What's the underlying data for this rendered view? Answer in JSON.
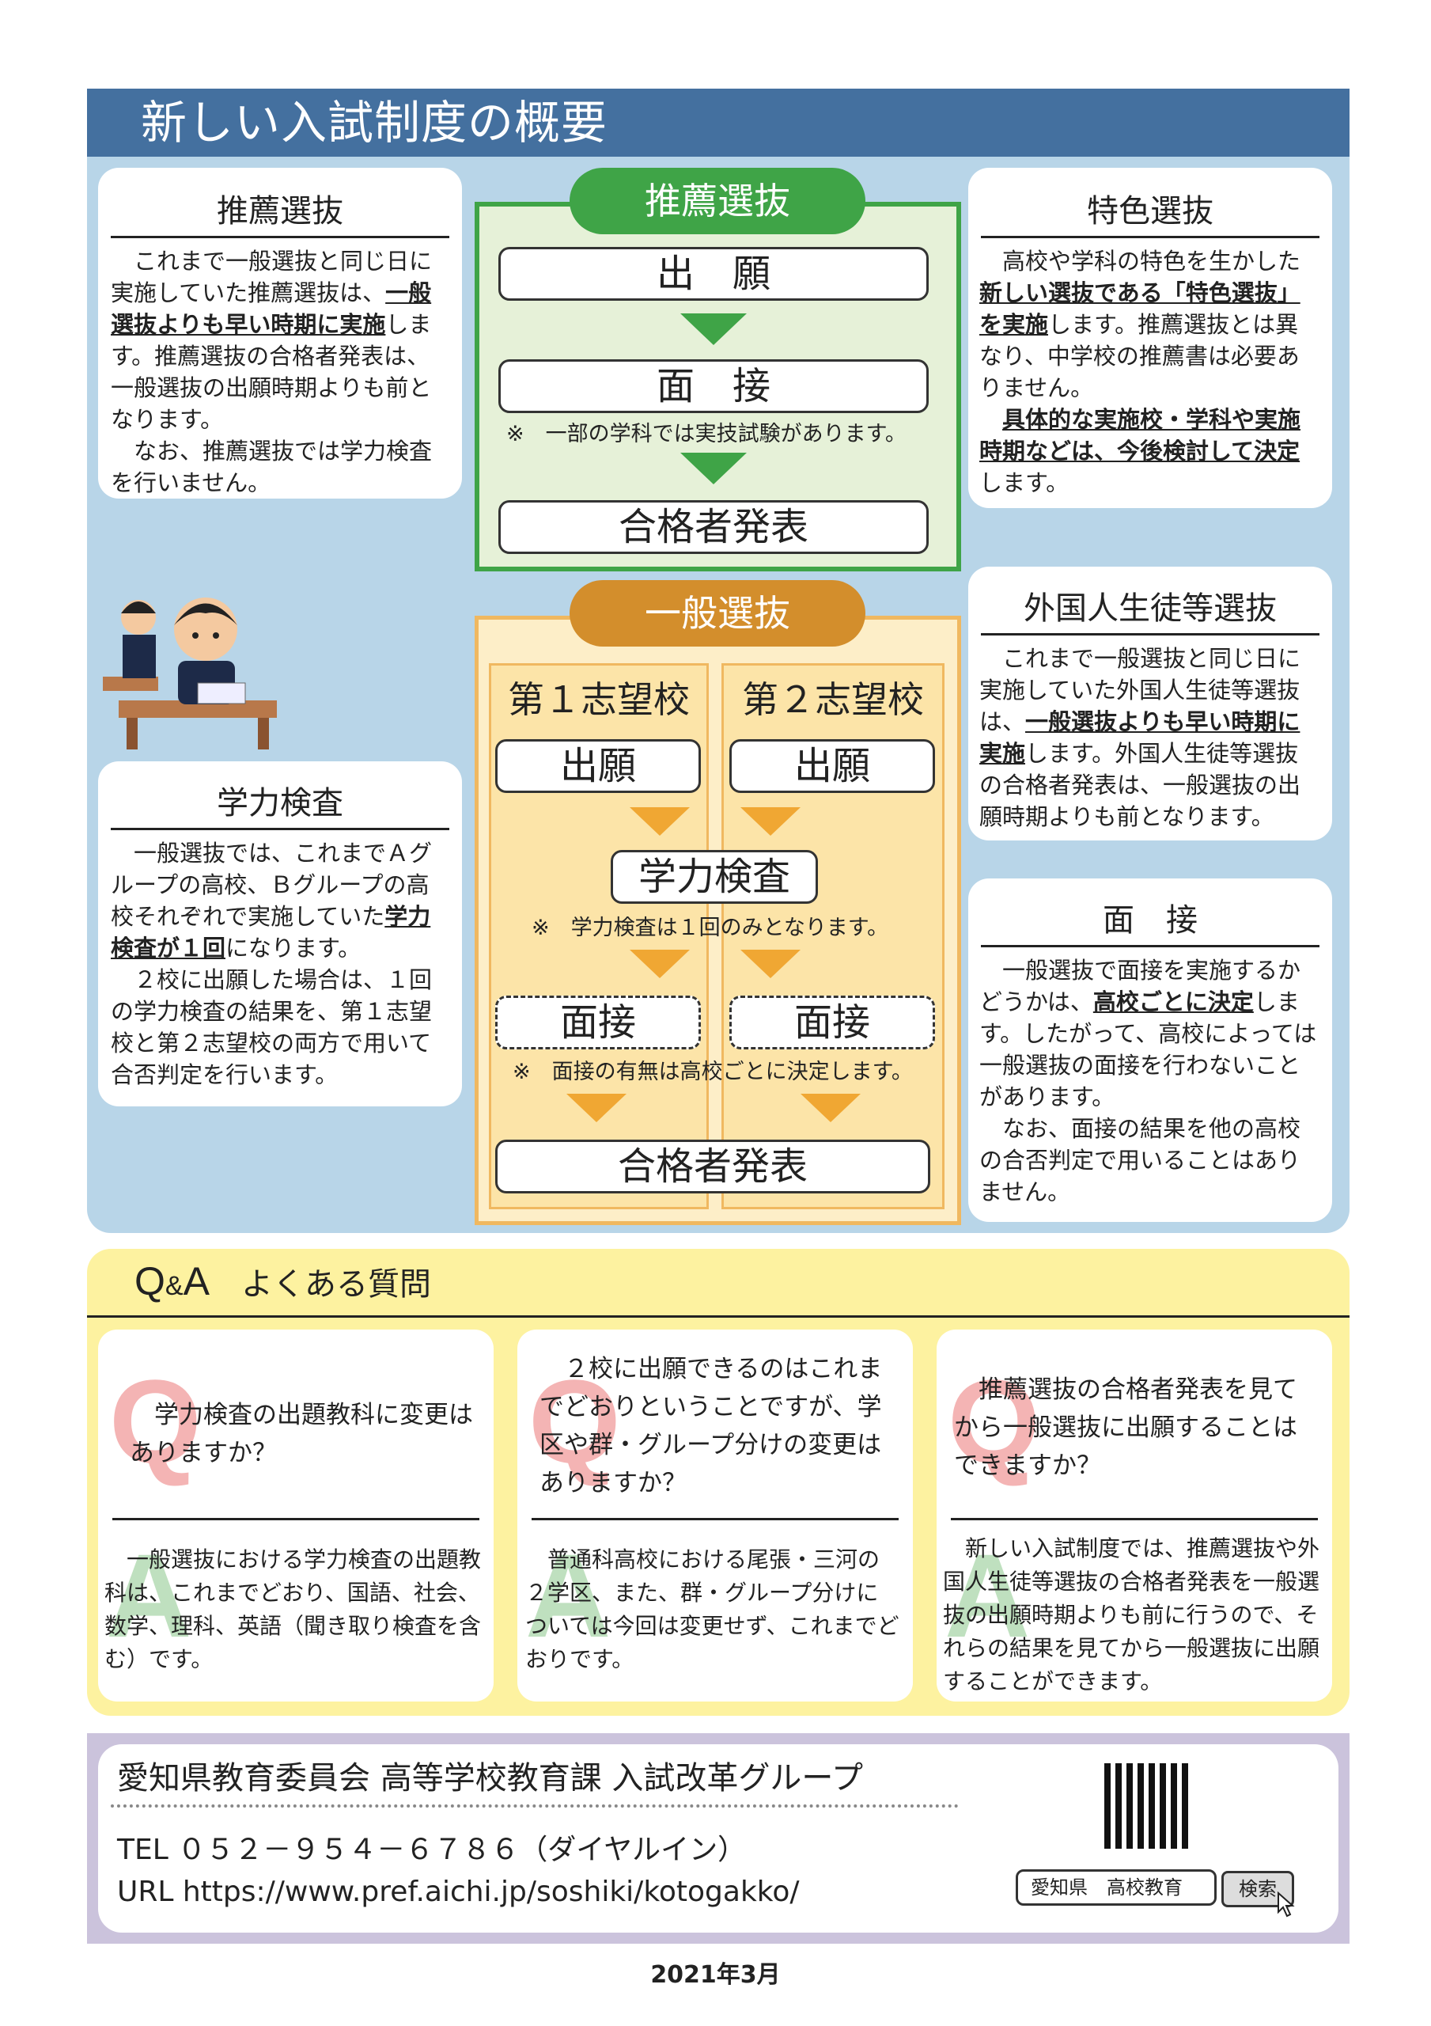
{
  "header": {
    "title": "新しい入試制度の概要"
  },
  "suisen_card": {
    "title": "推薦選抜",
    "text_parts": [
      {
        "t": "　これまで一般選抜と同じ日に実施していた推薦選抜は、"
      },
      {
        "u": "一般選抜よりも早い時期に実施"
      },
      {
        "t": "します。推薦選抜の合格者発表は、一般選抜の出願時期よりも前となります。\n　なお、推薦選抜では学力検査を行いません。"
      }
    ]
  },
  "suisen_flow": {
    "pill": "推薦選抜",
    "step1": "出　願",
    "step2": "面　接",
    "note": "※　一部の学科では実技試験があります。",
    "step3": "合格者発表"
  },
  "tokushoku_card": {
    "title": "特色選抜",
    "text_parts": [
      {
        "t": "　高校や学科の特色を生かした"
      },
      {
        "u": "新しい選抜である「特色選抜」を実施"
      },
      {
        "t": "します。推薦選抜とは異なり、中学校の推薦書は必要ありません。\n　"
      },
      {
        "u": "具体的な実施校・学科や実施時期などは、今後検討して決定"
      },
      {
        "t": "します。"
      }
    ]
  },
  "gaikokujin_card": {
    "title": "外国人生徒等選抜",
    "text_parts": [
      {
        "t": "　これまで一般選抜と同じ日に実施していた外国人生徒等選抜は、"
      },
      {
        "u": "一般選抜よりも早い時期に実施"
      },
      {
        "t": "します。外国人生徒等選抜の合格者発表は、一般選抜の出願時期よりも前となります。"
      }
    ]
  },
  "gakuryoku_card": {
    "title": "学力検査",
    "text_parts": [
      {
        "t": "　一般選抜では、これまでＡグループの高校、Ｂグループの高校それぞれで実施していた"
      },
      {
        "u": "学力検査が１回"
      },
      {
        "t": "になります。\n　２校に出願した場合は、１回の学力検査の結果を、第１志望校と第２志望校の両方で用いて合否判定を行います。"
      }
    ]
  },
  "mensetsu_card": {
    "title": "面　接",
    "text_parts": [
      {
        "t": "　一般選抜で面接を実施するかどうかは、"
      },
      {
        "u": "高校ごとに決定"
      },
      {
        "t": "します。したがって、高校によっては一般選抜の面接を行わないことがあります。\n　なお、面接の結果を他の高校の合否判定で用いることはありません。"
      }
    ]
  },
  "ippan_flow": {
    "pill": "一般選抜",
    "col1": "第１志望校",
    "col2": "第２志望校",
    "apply": "出願",
    "exam": "学力検査",
    "exam_note": "※　学力検査は１回のみとなります。",
    "interview": "面接",
    "interview_note": "※　面接の有無は高校ごとに決定します。",
    "result": "合格者発表"
  },
  "qa": {
    "heading_q": "Q",
    "heading_amp": "&",
    "heading_a": "A",
    "heading_text": "よくある質問",
    "q_letter": "Q",
    "a_letter": "A",
    "items": [
      {
        "q": "　学力検査の出題教科に変更はありますか？",
        "a": "　一般選抜における学力検査の出題教科は、これまでどおり、国語、社会、数学、理科、英語（聞き取り検査を含む）です。"
      },
      {
        "q": "　２校に出願できるのはこれまでどおりということですが、学区や群・グループ分けの変更はありますか？",
        "a": "　普通科高校における尾張・三河の２学区、また、群・グループ分けについては今回は変更せず、これまでどおりです。"
      },
      {
        "q": "　推薦選抜の合格者発表を見てから一般選抜に出願することはできますか？",
        "a": "　新しい入試制度では、推薦選抜や外国人生徒等選抜の合格者発表を一般選抜の出願時期よりも前に行うので、それらの結果を見てから一般選抜に出願することができます。"
      }
    ]
  },
  "footer": {
    "org": "愛知県教育委員会 高等学校教育課 入試改革グループ",
    "tel": "TEL ０５２－９５４－６７８６（ダイヤルイン）",
    "url": "URL https://www.pref.aichi.jp/soshiki/kotogakko/",
    "search_query": "愛知県　高校教育",
    "search_button": "検索"
  },
  "date": "2021年3月",
  "colors": {
    "header": "#44709f",
    "blue_bg": "#b8d5e8",
    "green": "#3fa447",
    "orange": "#d38e2c",
    "yellow_bg": "#fdf2a0",
    "footer_frame": "#cbc3dc"
  }
}
